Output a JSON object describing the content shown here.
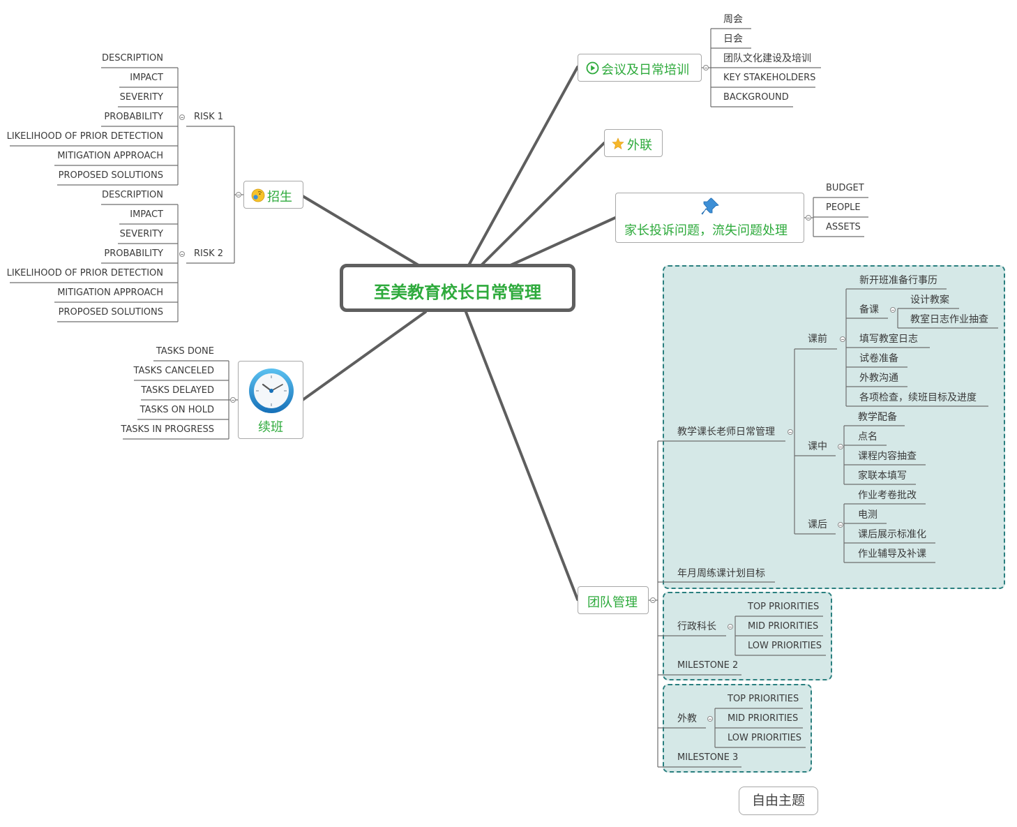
{
  "central": "至美教育校长日常管理",
  "free_topic": "自由主题",
  "branches": {
    "meetings": {
      "label": "会议及日常培训",
      "icon": "play-circle-icon",
      "children": [
        "周会",
        "日会",
        "团队文化建设及培训",
        "KEY STAKEHOLDERS",
        "BACKGROUND"
      ]
    },
    "liaison": {
      "label": "外联",
      "icon": "star-icon"
    },
    "complaints": {
      "label": "家长投诉问题，流失问题处理",
      "icon": "pushpin-icon",
      "children": [
        "BUDGET",
        "PEOPLE",
        "ASSETS"
      ]
    },
    "enrollment": {
      "label": "招生",
      "icon": "smiley-icon",
      "risks": [
        {
          "label": "RISK 1",
          "children": [
            "DESCRIPTION",
            "IMPACT",
            "SEVERITY",
            "PROBABILITY",
            "LIKELIHOOD OF PRIOR DETECTION",
            "MITIGATION APPROACH",
            "PROPOSED SOLUTIONS"
          ]
        },
        {
          "label": "RISK 2",
          "children": [
            "DESCRIPTION",
            "IMPACT",
            "SEVERITY",
            "PROBABILITY",
            "LIKELIHOOD OF PRIOR DETECTION",
            "MITIGATION APPROACH",
            "PROPOSED SOLUTIONS"
          ]
        }
      ]
    },
    "renewal": {
      "label": "续班",
      "icon": "clock-icon",
      "children": [
        "TASKS DONE",
        "TASKS CANCELED",
        "TASKS DELAYED",
        "TASKS ON HOLD",
        "TASKS IN PROGRESS"
      ]
    },
    "team": {
      "label": "团队管理",
      "teaching": {
        "label": "教学课长老师日常管理",
        "before": {
          "label": "课前",
          "prep_first": "新开班准备行事历",
          "lesson_prep": "备课",
          "lesson_prep_children": [
            "设计教案",
            "教室日志作业抽查"
          ],
          "others": [
            "填写教室日志",
            "试卷准备",
            "外教沟通",
            "各项检查，续班目标及进度"
          ]
        },
        "during": {
          "label": "课中",
          "children": [
            "教学配备",
            "点名",
            "课程内容抽查",
            "家联本填写"
          ]
        },
        "after": {
          "label": "课后",
          "children": [
            "作业考卷批改",
            "电测",
            "课后展示标准化",
            "作业辅导及补课"
          ]
        }
      },
      "yearly": "年月周练课计划目标",
      "admin": {
        "label": "行政科长",
        "children": [
          "TOP PRIORITIES",
          "MID PRIORITIES",
          "LOW PRIORITIES"
        ]
      },
      "milestone2": "MILESTONE 2",
      "foreign": {
        "label": "外教",
        "children": [
          "TOP PRIORITIES",
          "MID PRIORITIES",
          "LOW PRIORITIES"
        ]
      },
      "milestone3": "MILESTONE 3"
    }
  }
}
